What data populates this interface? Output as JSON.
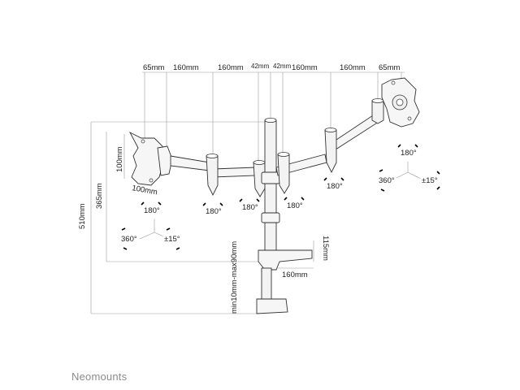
{
  "top_dims": {
    "d1": "65mm",
    "d2": "160mm",
    "d3": "160mm",
    "d4": "42mm",
    "d5": "42mm",
    "d6": "160mm",
    "d7": "160mm",
    "d8": "65mm"
  },
  "plate": {
    "height": "100mm",
    "width": "100mm"
  },
  "vertical": {
    "total": "510mm",
    "arm": "365mm",
    "clamp_range": "min10mm-max90mm"
  },
  "clamp": {
    "height": "115mm",
    "depth": "160mm"
  },
  "rotations": {
    "left_tilt": "180°",
    "left_rotate": "360°",
    "left_swivel": "±15°",
    "joint_a": "180°",
    "joint_b": "180°",
    "joint_c": "180°",
    "joint_d": "180°",
    "right_tilt": "180°",
    "right_rotate": "360°",
    "right_swivel": "±15°"
  },
  "brand": "Neomounts"
}
